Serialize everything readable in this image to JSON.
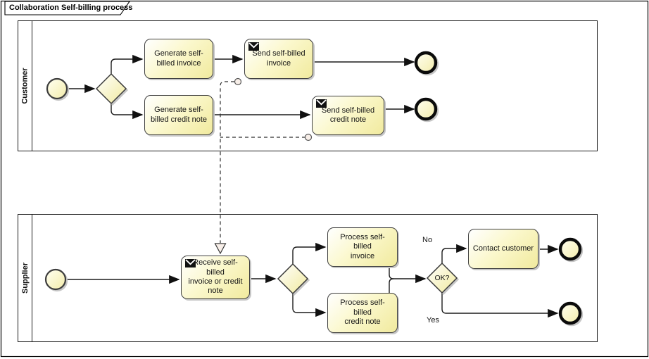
{
  "frame": {
    "title": "Collaboration Self-billing process"
  },
  "pools": [
    {
      "id": "customer",
      "label": "Customer"
    },
    {
      "id": "supplier",
      "label": "Supplier"
    }
  ],
  "tasks": {
    "generate_invoice": {
      "label": "Generate self-\nbilled invoice"
    },
    "generate_credit_note": {
      "label": "Generate self-\nbilled credit note"
    },
    "send_invoice": {
      "label": "Send self-billed\ninvoice",
      "icon": "message-icon"
    },
    "send_credit_note": {
      "label": "Send self-billed\ncredit note",
      "icon": "message-icon"
    },
    "receive": {
      "label": "Receive self-billed\ninvoice or credit\nnote",
      "icon": "message-icon"
    },
    "process_invoice": {
      "label": "Process self-billed\ninvoice"
    },
    "process_credit_note": {
      "label": "Process self-billed\ncredit note"
    },
    "contact_customer": {
      "label": "Contact customer"
    }
  },
  "gateways": {
    "split_customer": {
      "label": ""
    },
    "split_supplier": {
      "label": ""
    },
    "ok_check": {
      "label": "OK?"
    }
  },
  "edge_labels": {
    "no": "No",
    "yes": "Yes"
  },
  "colors": {
    "shape_fill_light": "#ffffff",
    "shape_fill_yellow": "#f1ea9e",
    "event_fill": "#f6f0b6",
    "stroke": "#1c1c1c",
    "shadow": "#c6c6c6",
    "message_marker_fill": "#f8efe9"
  }
}
